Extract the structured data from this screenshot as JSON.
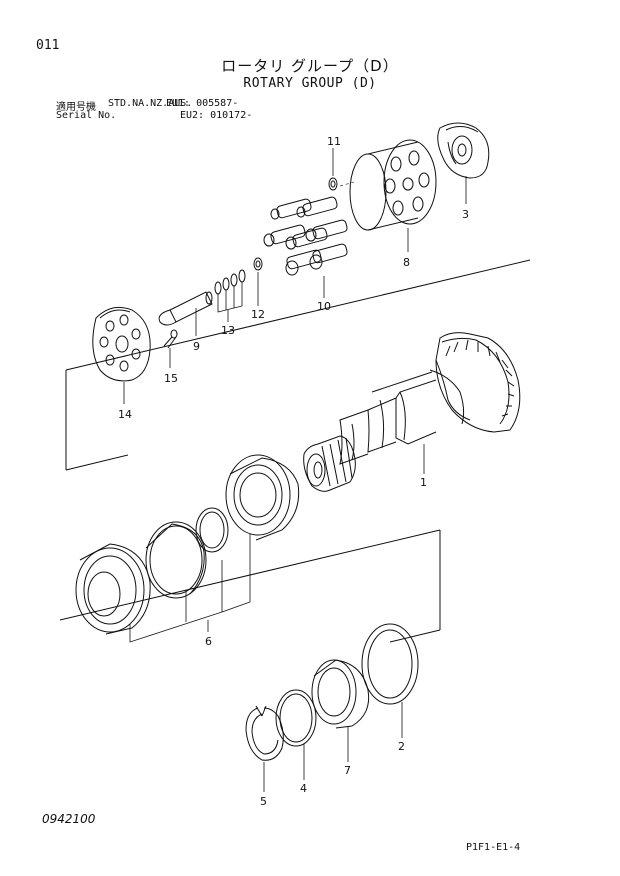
{
  "header": {
    "page_number": "011",
    "title_jp": "ロータリ グループ（D）",
    "title_en": "ROTARY GROUP (D)",
    "serial_label_jp": "適用号機",
    "serial_label_en": "Serial No.",
    "models": "STD.NA.NZ.AUS.",
    "eu1": "EU1: 005587-",
    "eu2": "EU2: 010172-"
  },
  "footer": {
    "doc_code": "0942100",
    "sheet_code": "P1F1-E1-4"
  },
  "callouts": [
    "11",
    "3",
    "8",
    "12",
    "10",
    "13",
    "9",
    "15",
    "14",
    "1",
    "6",
    "2",
    "7",
    "4",
    "5"
  ],
  "colors": {
    "line": "#111111",
    "background": "#ffffff"
  }
}
